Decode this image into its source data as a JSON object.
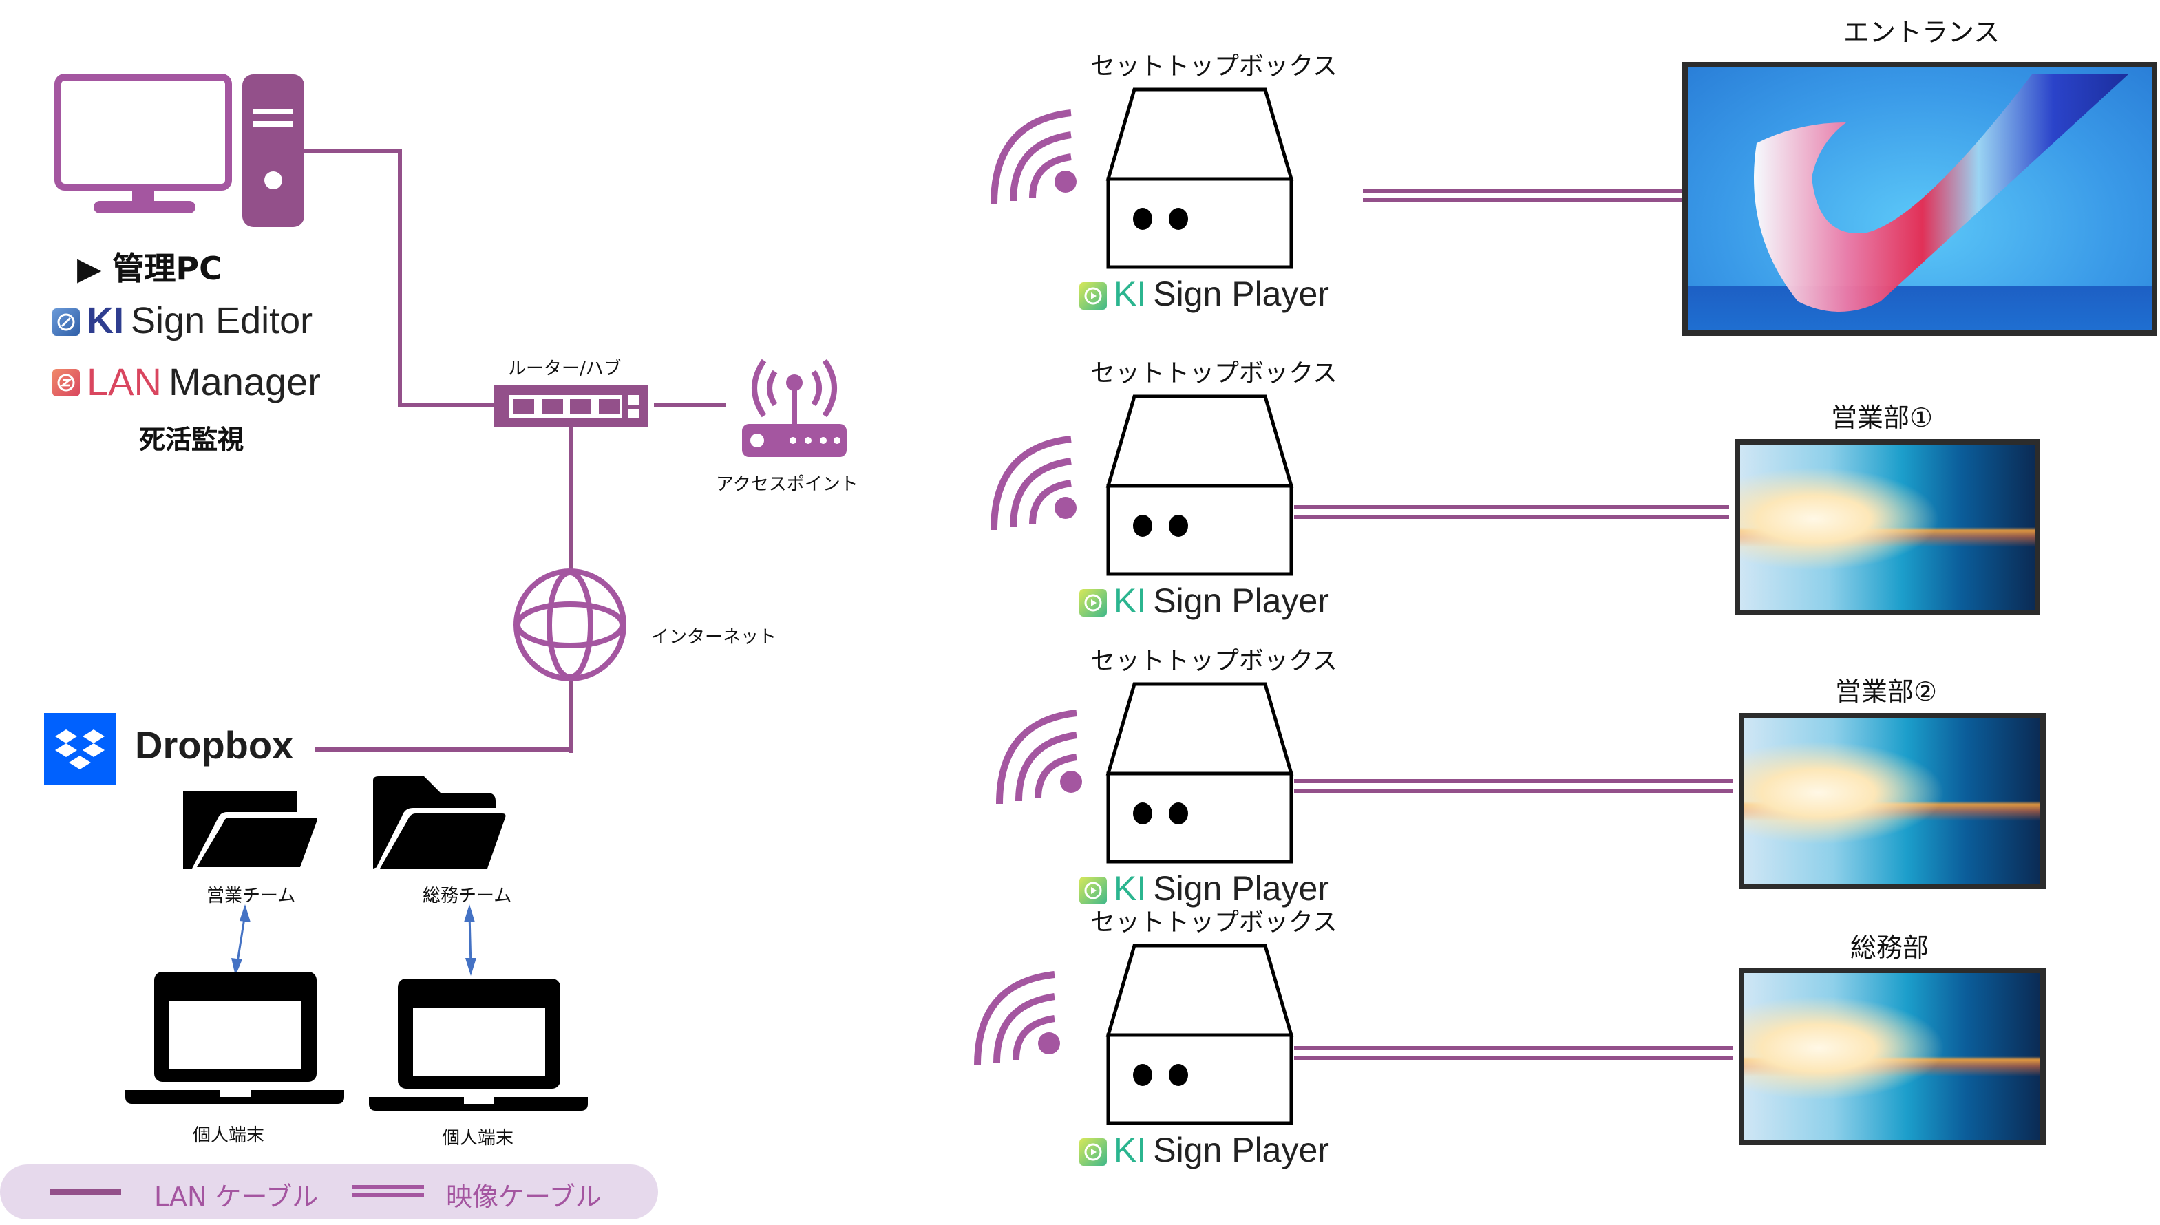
{
  "colors": {
    "accent_purple": "#93508a",
    "icon_purple": "#a456a0",
    "legend_bg": "#e6d9ec",
    "legend_text": "#a455a0",
    "dropbox_blue": "#0061fe",
    "arrow_blue": "#4472c4",
    "editor_blue": "#2e3d8f",
    "lan_red": "#d9465f",
    "player_green": "#2bb58f"
  },
  "admin_pc": {
    "icon": "desktop-pc-icon",
    "title": "▶ 管理PC",
    "apps": [
      {
        "icon": "ki-sign-editor-icon",
        "brand": "KI",
        "name": "Sign Editor"
      },
      {
        "icon": "lan-manager-icon",
        "brand": "LAN",
        "name": "Manager"
      }
    ],
    "monitoring_label": "死活監視"
  },
  "network": {
    "router_label": "ルーター/ハブ",
    "access_point_label": "アクセスポイント",
    "internet_label": "インターネット"
  },
  "cloud": {
    "name": "Dropbox",
    "folders": [
      {
        "label": "営業チーム"
      },
      {
        "label": "総務チーム"
      }
    ],
    "terminals": [
      {
        "label": "個人端末"
      },
      {
        "label": "個人端末"
      }
    ]
  },
  "set_top_boxes": [
    {
      "label": "セットトップボックス",
      "player_brand": "KI",
      "player_name": "Sign Player",
      "display_label": "エントランス"
    },
    {
      "label": "セットトップボックス",
      "player_brand": "KI",
      "player_name": "Sign Player",
      "display_label": "営業部①"
    },
    {
      "label": "セットトップボックス",
      "player_brand": "KI",
      "player_name": "Sign Player",
      "display_label": "営業部②"
    },
    {
      "label": "セットトップボックス",
      "player_brand": "KI",
      "player_name": "Sign Player",
      "display_label": "総務部"
    }
  ],
  "legend": {
    "lan_cable": "LAN ケーブル",
    "video_cable": "映像ケーブル"
  }
}
